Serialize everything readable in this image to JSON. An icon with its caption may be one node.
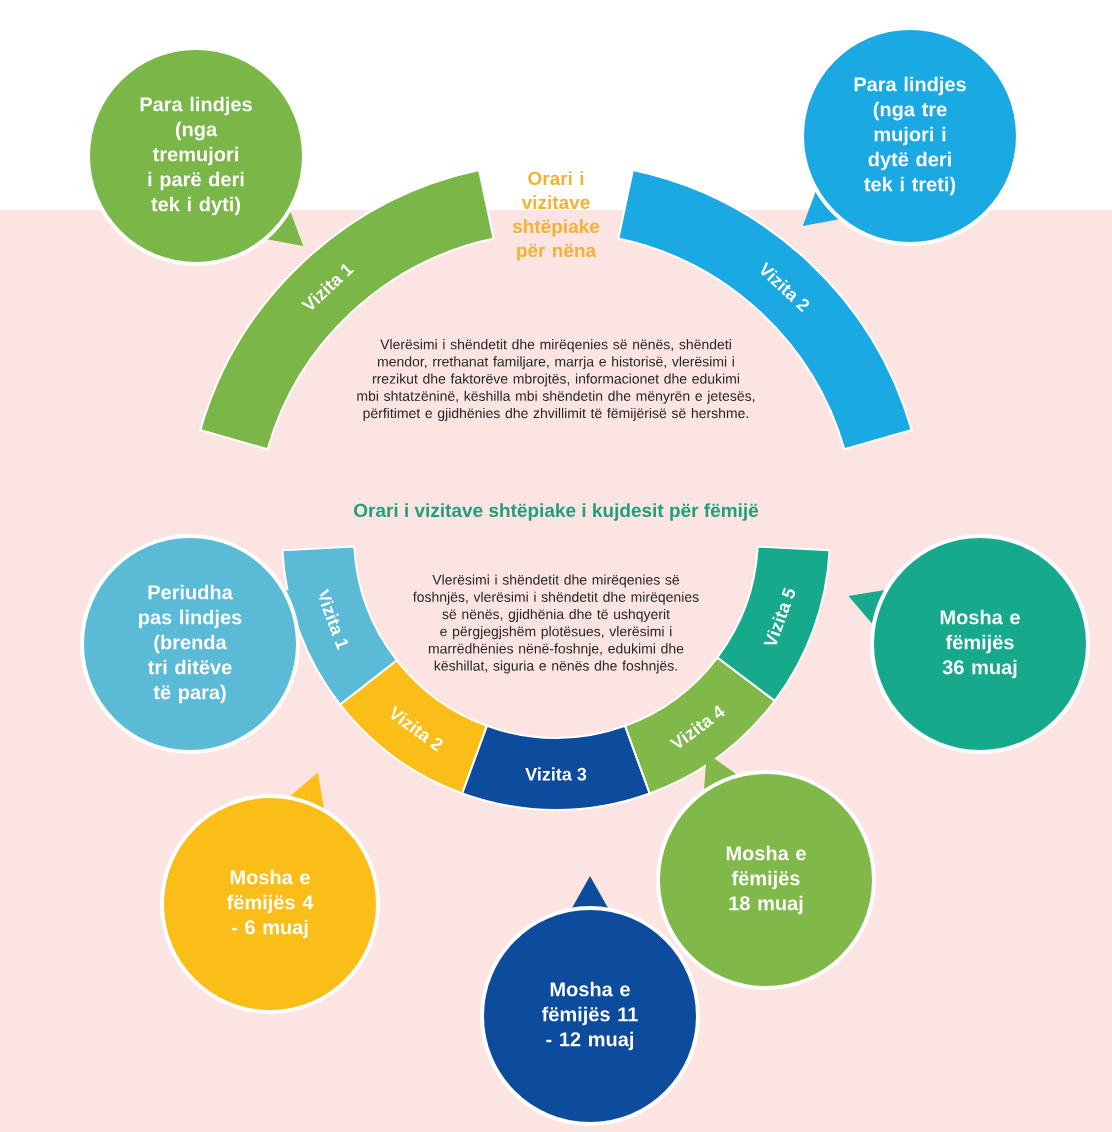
{
  "diagram": {
    "nodes": [
      {
        "text": [
          "Para lindjes (nga tremujori i parë deri tek i dyti)"
        ]
      },
      {
        "text": [
          "Para lindjes (nga tre mujori i dytë deri tek i treti)"
        ]
      },
      {
        "text": [
          "Vizita 1"
        ]
      },
      {
        "text": [
          "Vizita 2"
        ]
      },
      {
        "text": [
          "Vizita 1"
        ]
      },
      {
        "text": [
          "Vizita 2"
        ]
      },
      {
        "text": [
          "Vizita 3"
        ]
      },
      {
        "text": [
          "Vizita 4"
        ]
      },
      {
        "text": [
          "Vizita 5"
        ]
      },
      {
        "text": [
          "Periudha pas lindjes (brenda tri ditëve të para)"
        ]
      },
      {
        "text": [
          "Mosha e fëmijës 36 muaj"
        ]
      },
      {
        "text": [
          "Mosha e fëmijës 4 - 6 muaj"
        ]
      },
      {
        "text": [
          "Mosha e fëmijës 11 - 12 muaj"
        ]
      },
      {
        "text": [
          "Mosha e fëmijës 18 muaj"
        ]
      }
    ],
    "labels": [
      "Orari i vizitave shtëpiake për nëna",
      "Vlerësimi i shëndetit dhe mirëqenies së nënës, shëndeti mendor, rrethanat familjare, marrja e historisë, vlerësimi i rrezikut dhe faktorëve mbrojtës, informacionet dhe edukimi mbi shtatzëninë, këshilla mbi shëndetin dhe mënyrën e jetesës, përfitimet e gjidhënies dhe zhvillimit të fëmijërisë së hershme.",
      "Orari i vizitave shtëpiake i kujdesit për fëmijë",
      "Vlerësimi i shëndetit dhe mirëqenies së foshnjës, vlerësimi i shëndetit dhe mirëqenies së nënës, gjidhënia dhe të ushqyerit e përgjegjshëm plotësues, vlerësimi i marrëdhënies nënë-foshnje, edukimi dhe këshillat, siguria e nënës dhe foshnjës."
    ]
  }
}
